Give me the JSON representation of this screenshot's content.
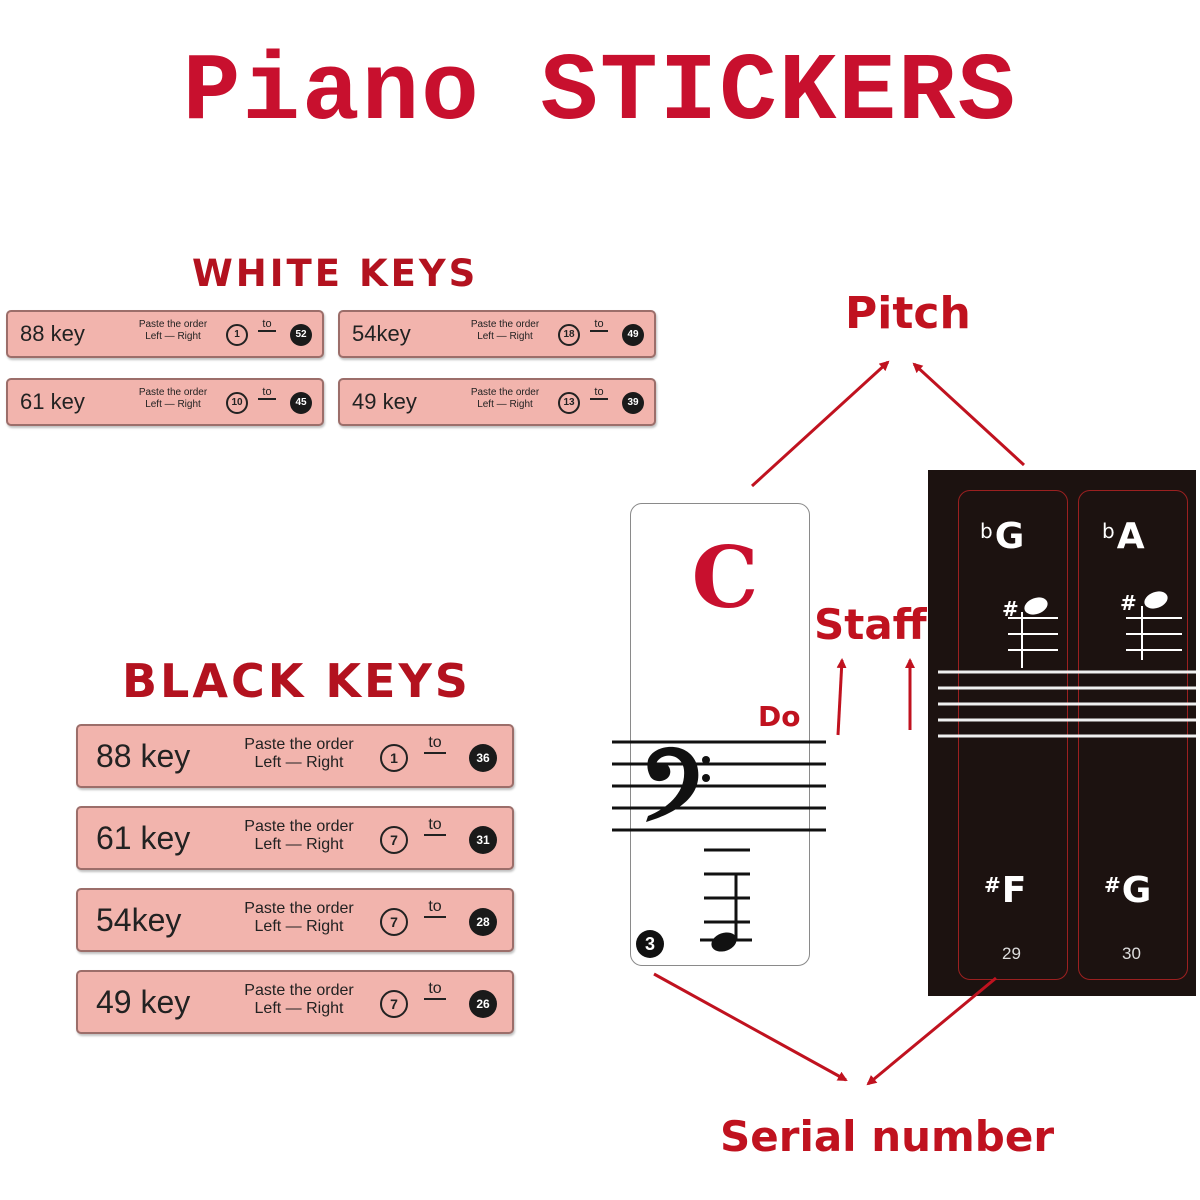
{
  "title": "Piano STICKERS",
  "white_keys": {
    "label": "WHITE KEYS",
    "strips": [
      {
        "key": "88 key",
        "paste": "Paste the order",
        "left": "Left",
        "arrow": "—",
        "right": "Right",
        "from": "1",
        "to": "to",
        "end": "52"
      },
      {
        "key": "54key",
        "paste": "Paste the order",
        "left": "Left",
        "arrow": "—",
        "right": "Right",
        "from": "18",
        "to": "to",
        "end": "49"
      },
      {
        "key": "61 key",
        "paste": "Paste the order",
        "left": "Left",
        "arrow": "—",
        "right": "Right",
        "from": "10",
        "to": "to",
        "end": "45"
      },
      {
        "key": "49 key",
        "paste": "Paste the order",
        "left": "Left",
        "arrow": "—",
        "right": "Right",
        "from": "13",
        "to": "to",
        "end": "39"
      }
    ]
  },
  "black_keys": {
    "label": "BLACK KEYS",
    "strips": [
      {
        "key": "88 key",
        "paste": "Paste the order",
        "left": "Left",
        "arrow": "—",
        "right": "Right",
        "from": "1",
        "to": "to",
        "end": "36"
      },
      {
        "key": "61 key",
        "paste": "Paste the order",
        "left": "Left",
        "arrow": "—",
        "right": "Right",
        "from": "7",
        "to": "to",
        "end": "31"
      },
      {
        "key": "54key",
        "paste": "Paste the order",
        "left": "Left",
        "arrow": "—",
        "right": "Right",
        "from": "7",
        "to": "to",
        "end": "28"
      },
      {
        "key": "49 key",
        "paste": "Paste the order",
        "left": "Left",
        "arrow": "—",
        "right": "Right",
        "from": "7",
        "to": "to",
        "end": "26"
      }
    ]
  },
  "annotations": {
    "pitch": "Pitch",
    "staff": "Staff",
    "serial": "Serial number"
  },
  "white_sticker": {
    "letter": "C",
    "solfege": "Do",
    "serial": "3"
  },
  "black_sticker": {
    "keys": [
      {
        "flat_sym": "b",
        "flat_note": "G",
        "sharp_sym": "#",
        "sharp_note": "F",
        "serial": "29"
      },
      {
        "flat_sym": "b",
        "flat_note": "A",
        "sharp_sym": "#",
        "sharp_note": "G",
        "serial": "30"
      }
    ]
  },
  "colors": {
    "accent_red": "#c8102e",
    "strip_pink": "#f2b4ad",
    "black_panel": "#1c1210"
  }
}
